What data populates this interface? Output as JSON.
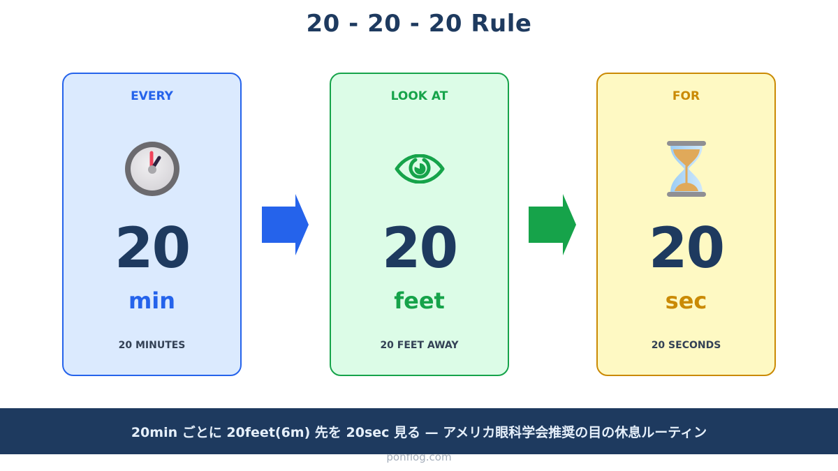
{
  "title": "20 - 20 - 20 Rule",
  "colors": {
    "title": "#1e3a5f",
    "blue": "#2563eb",
    "blue_bg": "#dbeafe",
    "green": "#16a34a",
    "green_bg": "#dcfce7",
    "amber": "#ca8a04",
    "amber_bg": "#fef9c3",
    "banner_bg": "#1e3a5f"
  },
  "cards": [
    {
      "label": "EVERY",
      "icon": "clock-icon",
      "number": "20",
      "unit": "min",
      "description": "20 MINUTES"
    },
    {
      "label": "LOOK AT",
      "icon": "eye-icon",
      "number": "20",
      "unit": "feet",
      "description": "20 FEET AWAY"
    },
    {
      "label": "FOR",
      "icon": "hourglass-icon",
      "number": "20",
      "unit": "sec",
      "description": "20 SECONDS"
    }
  ],
  "arrows": [
    "arrow-right-icon",
    "arrow-right-icon"
  ],
  "banner": {
    "text": "20min ごとに 20feet(6m) 先を 20sec 見る — アメリカ眼科学会推奨の目の休息ルーティン"
  },
  "footer": {
    "source": "ponflog.com"
  }
}
